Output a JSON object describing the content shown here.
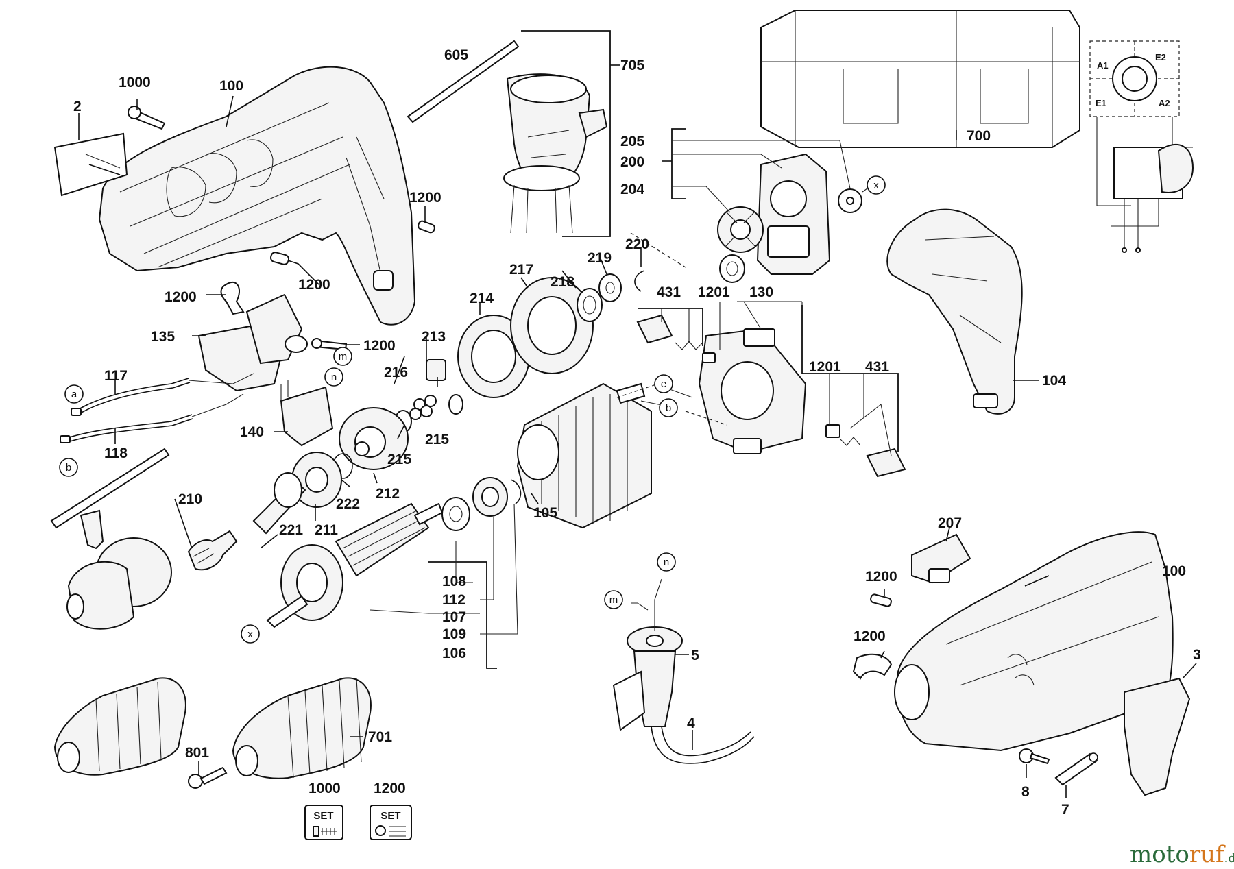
{
  "part_labels": {
    "p2": "2",
    "p1000_top": "1000",
    "p100_top": "100",
    "p605": "605",
    "p705": "705",
    "p700": "700",
    "p1200_a": "1200",
    "p1200_b": "1200",
    "p1200_c": "1200",
    "p1200_d": "1200",
    "p205": "205",
    "p200": "200",
    "p204": "204",
    "p220": "220",
    "p219": "219",
    "p217": "217",
    "p218": "218",
    "p214": "214",
    "p213": "213",
    "p431_top": "431",
    "p1201_top": "1201",
    "p130": "130",
    "p1201_r": "1201",
    "p431_r": "431",
    "p135": "135",
    "p117": "117",
    "p118": "118",
    "p140": "140",
    "p216": "216",
    "p215_a": "215",
    "p215_b": "215",
    "p212": "212",
    "p222": "222",
    "p221": "221",
    "p211": "211",
    "p210": "210",
    "p105": "105",
    "p104": "104",
    "p108": "108",
    "p112": "112",
    "p107": "107",
    "p109": "109",
    "p106": "106",
    "p207": "207",
    "p100_br": "100",
    "p1200_e": "1200",
    "p1200_f": "1200",
    "p3": "3",
    "p5": "5",
    "p4": "4",
    "p801": "801",
    "p701": "701",
    "p1000_set": "1000",
    "p1200_set": "1200",
    "p8": "8",
    "p7": "7"
  },
  "callout_letters": {
    "x_top": "x",
    "a_left": "a",
    "b_left": "b",
    "m_mid": "m",
    "n_mid": "n",
    "e_mid": "e",
    "b_mid": "b",
    "x_arm": "x",
    "n_low": "n",
    "m_low": "m"
  },
  "wiring": {
    "a1": "A1",
    "e2": "E2",
    "e1": "E1",
    "a2": "A2"
  },
  "set_badges": {
    "set1": "SET",
    "set2": "SET"
  },
  "watermark": {
    "part1": "moto",
    "part2": "ruf",
    "part3": ".de"
  },
  "colors": {
    "ink": "#111111",
    "watermark_green": "#2a6a3a",
    "watermark_orange": "#d4761c"
  }
}
